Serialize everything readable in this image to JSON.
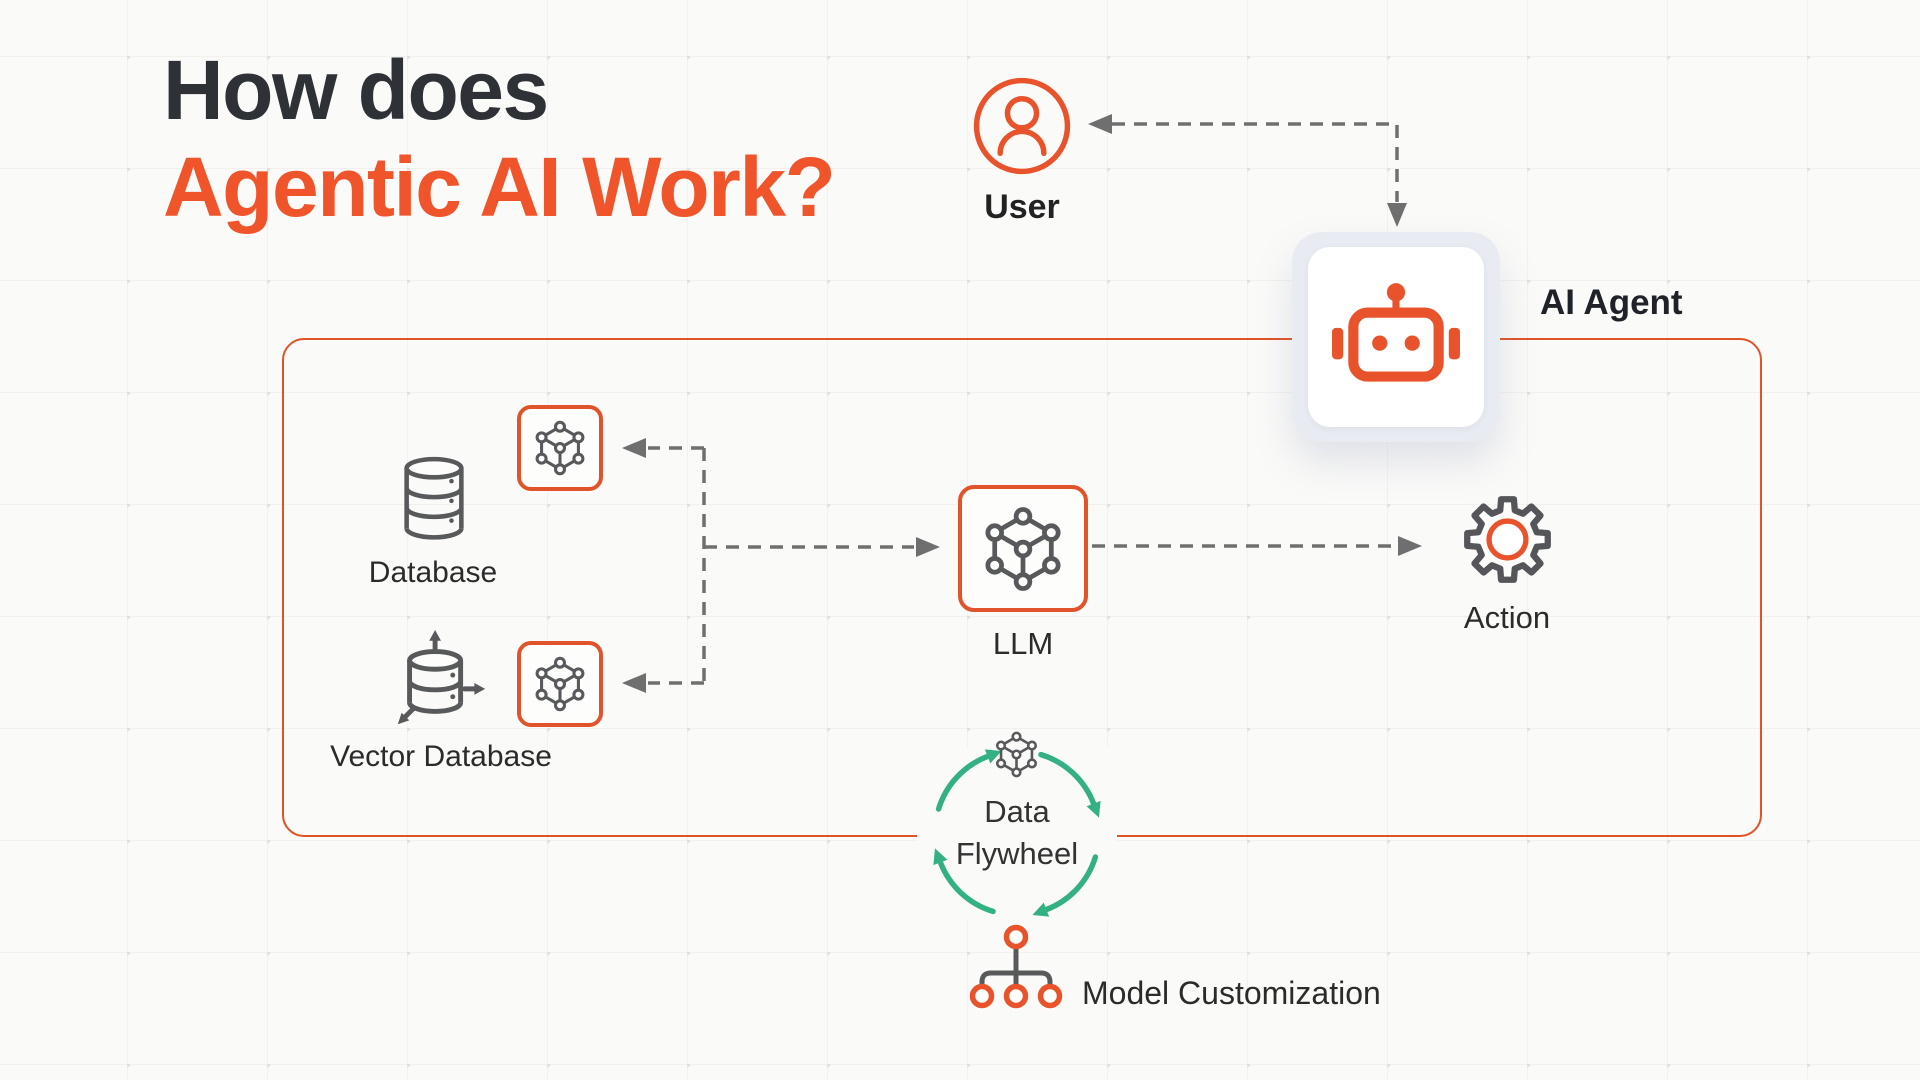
{
  "title": {
    "line1": "How does",
    "line2": "Agentic AI Work?"
  },
  "nodes": {
    "user": {
      "label": "User",
      "icon": "user-icon"
    },
    "ai_agent": {
      "label": "AI Agent",
      "icon": "robot-icon"
    },
    "database": {
      "label": "Database",
      "icon": "database-cylinder-icon"
    },
    "database_module": {
      "icon": "cube-network-icon"
    },
    "vector_database": {
      "label": "Vector Database",
      "icon": "vector-database-icon"
    },
    "vector_database_module": {
      "icon": "cube-network-icon"
    },
    "llm": {
      "label": "LLM",
      "icon": "cube-network-icon"
    },
    "action": {
      "label": "Action",
      "icon": "gear-icon"
    },
    "data_flywheel": {
      "label_line1": "Data",
      "label_line2": "Flywheel",
      "icon": "cube-network-icon"
    },
    "model_customization": {
      "label": "Model Customization",
      "icon": "hierarchy-icon"
    }
  },
  "connections": [
    {
      "from": "ai-agent",
      "to": "user",
      "style": "dashed-arrow"
    },
    {
      "from": "user-feedback-elbow",
      "to": "ai-agent",
      "style": "dashed-arrow"
    },
    {
      "from": "retrieval-junction",
      "to": "database-module",
      "style": "dashed-arrow"
    },
    {
      "from": "retrieval-junction",
      "to": "vector-database-module",
      "style": "dashed-arrow"
    },
    {
      "from": "retrieval-junction",
      "to": "llm",
      "style": "dashed-arrow"
    },
    {
      "from": "llm",
      "to": "action",
      "style": "dashed-arrow"
    }
  ],
  "colors": {
    "accent_orange": "#E8532B",
    "title_orange": "#F0542B",
    "container_border": "#E05327",
    "dark_text": "#2E3136",
    "icon_gray": "#58595B",
    "arrow_gray": "#6F6F6F",
    "flywheel_green": "#34B183",
    "background": "#FAFAF8",
    "agent_card": "#E9EBF3"
  }
}
